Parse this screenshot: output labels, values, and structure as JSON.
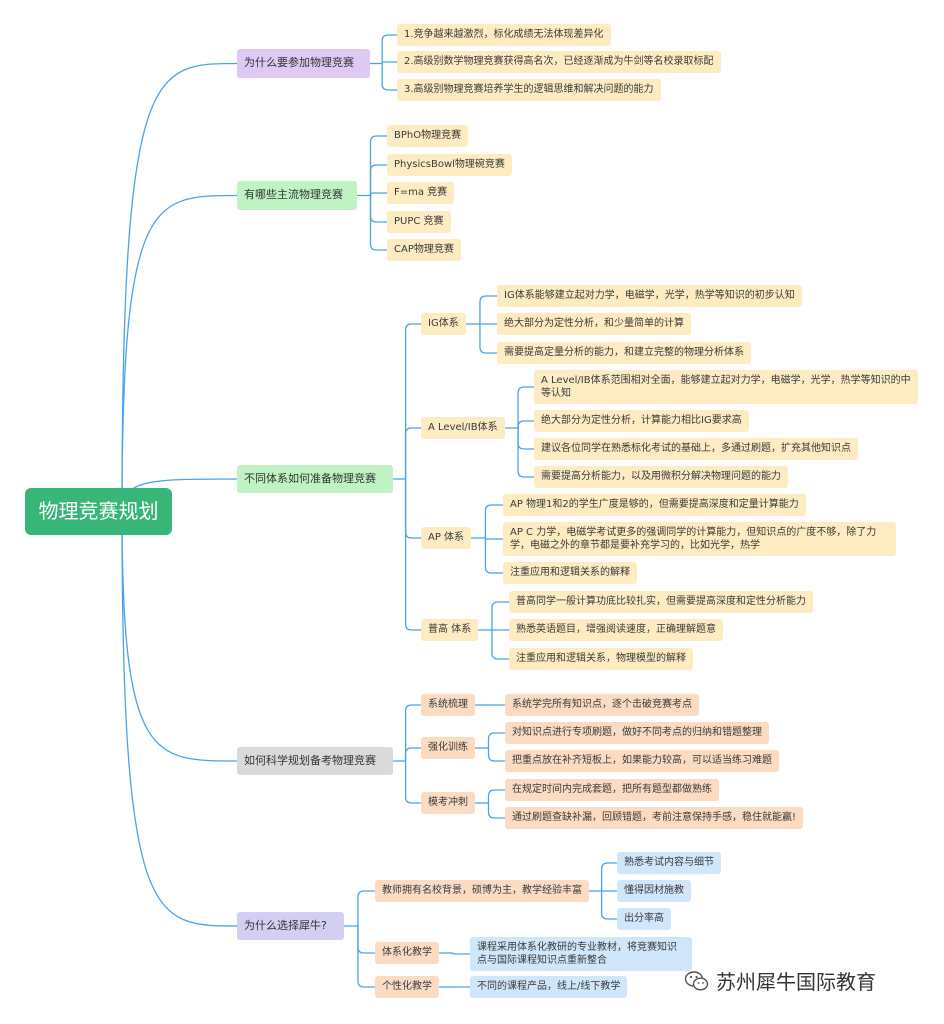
{
  "root": "物理竞赛规划",
  "sections": {
    "why": {
      "title": "为什么要参加物理竞赛",
      "items": [
        "1.竞争越来越激烈，标化成绩无法体现差异化",
        "2.高级别数学物理竞赛获得高名次，已经逐渐成为牛剑等名校录取标配",
        "3.高级别物理竞赛培养学生的逻辑思维和解决问题的能力"
      ]
    },
    "which": {
      "title": "有哪些主流物理竞赛",
      "items": [
        "BPhO物理竞赛",
        "PhysicsBowl物理碗竞赛",
        "F=ma 竞赛",
        "PUPC 竞赛",
        "CAP物理竞赛"
      ]
    },
    "systems": {
      "title": "不同体系如何准备物理竞赛",
      "ig": {
        "label": "IG体系",
        "items": [
          "IG体系能够建立起对力学，电磁学，光学，热学等知识的初步认知",
          "绝大部分为定性分析，和少量简单的计算",
          "需要提高定量分析的能力，和建立完整的物理分析体系"
        ]
      },
      "alevel": {
        "label": "A Level/IB体系",
        "items": [
          "A Level/IB体系范围相对全面，能够建立起对力学，电磁学，光学，热学等知识的中等认知",
          "绝大部分为定性分析，计算能力相比IG要求高",
          "建议各位同学在熟悉标化考试的基础上，多通过刷题，扩充其他知识点",
          "需要提高分析能力，以及用微积分解决物理问题的能力"
        ]
      },
      "ap": {
        "label": "AP 体系",
        "items": [
          "AP 物理1和2的学生广度是够的，但需要提高深度和定量计算能力",
          "AP C 力学，电磁学考试更多的强调同学的计算能力，但知识点的广度不够，除了力学，电磁之外的章节都是要补充学习的，比如光学，热学",
          "注重应用和逻辑关系的解释"
        ]
      },
      "putong": {
        "label": "普高 体系",
        "items": [
          "普高同学一般计算功底比较扎实，但需要提高深度和定性分析能力",
          "熟悉英语题目，增强阅读速度，正确理解题意",
          "注重应用和逻辑关系，物理模型的解释"
        ]
      }
    },
    "plan": {
      "title": "如何科学规划备考物理竞赛",
      "review": {
        "label": "系统梳理",
        "items": [
          "系统学完所有知识点，逐个击破竞赛考点"
        ]
      },
      "train": {
        "label": "强化训练",
        "items": [
          "对知识点进行专项刷题，做好不同考点的归纳和错题整理",
          "把重点放在补齐短板上，如果能力较高，可以适当练习难题"
        ]
      },
      "mock": {
        "label": "模考冲刺",
        "items": [
          "在规定时间内完成套题，把所有题型都做熟练",
          "通过刷题查缺补漏，回顾错题，考前注意保持手感，稳住就能赢!"
        ]
      }
    },
    "choose": {
      "title": "为什么选择犀牛?",
      "teachers": {
        "label": "教师拥有名校背景，硕博为主，教学经验丰富",
        "items": [
          "熟悉考试内容与细节",
          "懂得因材施教",
          "出分率高"
        ]
      },
      "system": {
        "label": "体系化教学",
        "items": [
          "课程采用体系化教研的专业教材，将竞赛知识点与国际课程知识点重新整合"
        ]
      },
      "personal": {
        "label": "个性化教学",
        "items": [
          "不同的课程产品，线上/线下教学"
        ]
      }
    }
  },
  "watermark": {
    "text": "苏州犀牛国际教育",
    "icon": "wechat-icon"
  },
  "colors": {
    "root": "#37b677",
    "link": "#4aa3e8",
    "purple": "#ddc9f4",
    "green": "#bff3c4",
    "gray": "#dadada",
    "lavender": "#d3cff3",
    "yellow": "#fdecc1",
    "orange": "#fbdcc2",
    "blue": "#cfe6fb"
  }
}
